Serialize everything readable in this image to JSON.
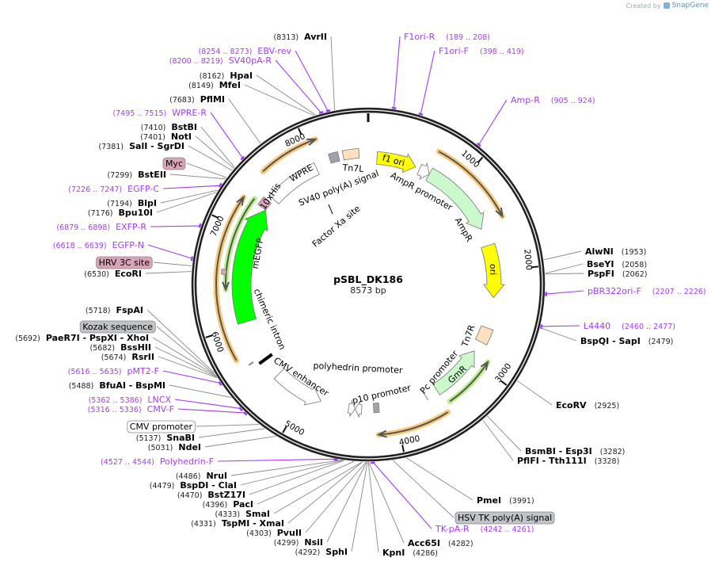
{
  "credit": {
    "prefix": "Created by",
    "brand": "SnapGene"
  },
  "plasmid": {
    "name": "pSBL_DK186",
    "length": "8573 bp",
    "total_bp": 8573
  },
  "colors": {
    "primer": "#a23cf0",
    "enzyme": "#000000",
    "backbone": "#222222",
    "orf_orange": "#f9c97a",
    "orf_green": "#b8f08a"
  },
  "ticks": [
    "1000",
    "2000",
    "3000",
    "4000",
    "5000",
    "6000",
    "7000",
    "8000"
  ],
  "features": [
    {
      "label": "f1 ori",
      "color": "#ffff00"
    },
    {
      "label": "AmpR promoter",
      "color": "#ffffff"
    },
    {
      "label": "AmpR",
      "color": "#ccf9cc"
    },
    {
      "label": "ori",
      "color": "#ffff00"
    },
    {
      "label": "Tn7R",
      "color": "#fde0c0"
    },
    {
      "label": "GmR",
      "color": "#ccf9cc"
    },
    {
      "label": "Pc promoter",
      "color": "#ffffff"
    },
    {
      "label": "p10 promoter",
      "color": "#a0a4aa"
    },
    {
      "label": "polyhedrin promoter",
      "color": "#ffffff"
    },
    {
      "label": "CMV enhancer",
      "color": "#ffffff"
    },
    {
      "label": "chimeric intron",
      "color": "#000000"
    },
    {
      "label": "mEGFP",
      "color": "#00ff00"
    },
    {
      "label": "10xHis",
      "color": "#d9a3b8"
    },
    {
      "label": "WPRE",
      "color": "#ffffff"
    },
    {
      "label": "SV40 poly(A) signal",
      "color": "#a0a4aa"
    },
    {
      "label": "Tn7L",
      "color": "#fde0c0"
    },
    {
      "label": "Factor Xa site",
      "color": "#000000"
    }
  ],
  "labels": [
    {
      "side": "left",
      "type": "enzyme",
      "pos": "(8313)",
      "name": "AvrII"
    },
    {
      "side": "left",
      "type": "primer",
      "pos": "(8254 .. 8273)",
      "name": "EBV-rev"
    },
    {
      "side": "left",
      "type": "primer",
      "pos": "(8200 .. 8219)",
      "name": "SV40pA-R"
    },
    {
      "side": "left",
      "type": "enzyme",
      "pos": "(8162)",
      "name": "HpaI"
    },
    {
      "side": "left",
      "type": "enzyme",
      "pos": "(8149)",
      "name": "MfeI"
    },
    {
      "side": "left",
      "type": "enzyme",
      "pos": "(7683)",
      "name": "PflMI"
    },
    {
      "side": "left",
      "type": "primer",
      "pos": "(7495 .. 7515)",
      "name": "WPRE-R"
    },
    {
      "side": "left",
      "type": "enzyme",
      "pos": "(7410)",
      "name": "BstBI"
    },
    {
      "side": "left",
      "type": "enzyme",
      "pos": "(7401)",
      "name": "NotI"
    },
    {
      "side": "left",
      "type": "enzyme",
      "pos": "(7381)",
      "name": "SalI   - SgrDI"
    },
    {
      "side": "left",
      "type": "feature",
      "name": "Myc",
      "box": "#d9a3b8"
    },
    {
      "side": "left",
      "type": "enzyme",
      "pos": "(7299)",
      "name": "BstEII"
    },
    {
      "side": "left",
      "type": "primer",
      "pos": "(7226 .. 7247)",
      "name": "EGFP-C"
    },
    {
      "side": "left",
      "type": "enzyme",
      "pos": "(7194)",
      "name": "BlpI"
    },
    {
      "side": "left",
      "type": "enzyme",
      "pos": "(7176)",
      "name": "Bpu10I"
    },
    {
      "side": "left",
      "type": "primer",
      "pos": "(6879 .. 6898)",
      "name": "EXFP-R"
    },
    {
      "side": "left",
      "type": "primer",
      "pos": "(6618 .. 6639)",
      "name": "EGFP-N"
    },
    {
      "side": "left",
      "type": "feature",
      "name": "HRV 3C site",
      "box": "#d9a3b8"
    },
    {
      "side": "left",
      "type": "enzyme",
      "pos": "(6530)",
      "name": "EcoRI"
    },
    {
      "side": "left",
      "type": "enzyme",
      "pos": "(5718)",
      "name": "FspAI"
    },
    {
      "side": "left",
      "type": "feature",
      "name": "Kozak sequence",
      "box": "#c0c3c8"
    },
    {
      "side": "left",
      "type": "enzyme",
      "pos": "(5692)",
      "name": "PaeR7I   - PspXI   - XhoI"
    },
    {
      "side": "left",
      "type": "enzyme",
      "pos": "(5682)",
      "name": "BssHII"
    },
    {
      "side": "left",
      "type": "enzyme",
      "pos": "(5674)",
      "name": "RsrII"
    },
    {
      "side": "left",
      "type": "primer",
      "pos": "(5616 .. 5635)",
      "name": "pMT2-F"
    },
    {
      "side": "left",
      "type": "enzyme",
      "pos": "(5488)",
      "name": "BfuAI   - BspMI"
    },
    {
      "side": "left",
      "type": "primer",
      "pos": "(5362 .. 5386)",
      "name": "LNCX"
    },
    {
      "side": "left",
      "type": "primer",
      "pos": "(5316 .. 5336)",
      "name": "CMV-F"
    },
    {
      "side": "left",
      "type": "feature",
      "name": "CMV promoter",
      "box": "#ffffff"
    },
    {
      "side": "left",
      "type": "enzyme",
      "pos": "(5137)",
      "name": "SnaBI"
    },
    {
      "side": "left",
      "type": "enzyme",
      "pos": "(5031)",
      "name": "NdeI"
    },
    {
      "side": "left",
      "type": "primer",
      "pos": "(4527 .. 4544)",
      "name": "Polyhedrin-F"
    },
    {
      "side": "left",
      "type": "enzyme",
      "pos": "(4486)",
      "name": "NruI"
    },
    {
      "side": "left",
      "type": "enzyme",
      "pos": "(4479)",
      "name": "BspDI   - ClaI"
    },
    {
      "side": "left",
      "type": "enzyme",
      "pos": "(4470)",
      "name": "BstZ17I"
    },
    {
      "side": "left",
      "type": "enzyme",
      "pos": "(4396)",
      "name": "PacI"
    },
    {
      "side": "left",
      "type": "enzyme",
      "pos": "(4333)",
      "name": "SmaI"
    },
    {
      "side": "left",
      "type": "enzyme",
      "pos": "(4331)",
      "name": "TspMI   - XmaI"
    },
    {
      "side": "left",
      "type": "enzyme",
      "pos": "(4303)",
      "name": "PvuII"
    },
    {
      "side": "left",
      "type": "enzyme",
      "pos": "(4299)",
      "name": "NsiI"
    },
    {
      "side": "left",
      "type": "enzyme",
      "pos": "(4292)",
      "name": "SphI"
    },
    {
      "side": "right",
      "type": "primer",
      "pos": "(189 .. 208)",
      "name": "F1ori-R"
    },
    {
      "side": "right",
      "type": "primer",
      "pos": "(398 .. 419)",
      "name": "F1ori-F"
    },
    {
      "side": "right",
      "type": "primer",
      "pos": "(905 .. 924)",
      "name": "Amp-R"
    },
    {
      "side": "right",
      "type": "enzyme",
      "pos": "(1953)",
      "name": "AlwNI"
    },
    {
      "side": "right",
      "type": "enzyme",
      "pos": "(2058)",
      "name": "BseYI"
    },
    {
      "side": "right",
      "type": "enzyme",
      "pos": "(2062)",
      "name": "PspFI"
    },
    {
      "side": "right",
      "type": "primer",
      "pos": "(2207 .. 2226)",
      "name": "pBR322ori-F"
    },
    {
      "side": "right",
      "type": "primer",
      "pos": "(2460 .. 2477)",
      "name": "L4440"
    },
    {
      "side": "right",
      "type": "enzyme",
      "pos": "(2479)",
      "name": "BspQI   - SapI"
    },
    {
      "side": "right",
      "type": "enzyme",
      "pos": "(2925)",
      "name": "EcoRV"
    },
    {
      "side": "right",
      "type": "enzyme",
      "pos": "(3282)",
      "name": "BsmBI   - Esp3I"
    },
    {
      "side": "right",
      "type": "enzyme",
      "pos": "(3328)",
      "name": "PflFI   - Tth111I"
    },
    {
      "side": "right",
      "type": "enzyme",
      "pos": "(3991)",
      "name": "PmeI"
    },
    {
      "side": "right",
      "type": "feature",
      "name": "HSV TK poly(A) signal",
      "box": "#c0c3c8"
    },
    {
      "side": "right",
      "type": "primer",
      "pos": "(4242 .. 4261)",
      "name": "TK-pA-R"
    },
    {
      "side": "right",
      "type": "enzyme",
      "pos": "(4282)",
      "name": "Acc65I"
    },
    {
      "side": "right",
      "type": "enzyme",
      "pos": "(4286)",
      "name": "KpnI"
    }
  ]
}
